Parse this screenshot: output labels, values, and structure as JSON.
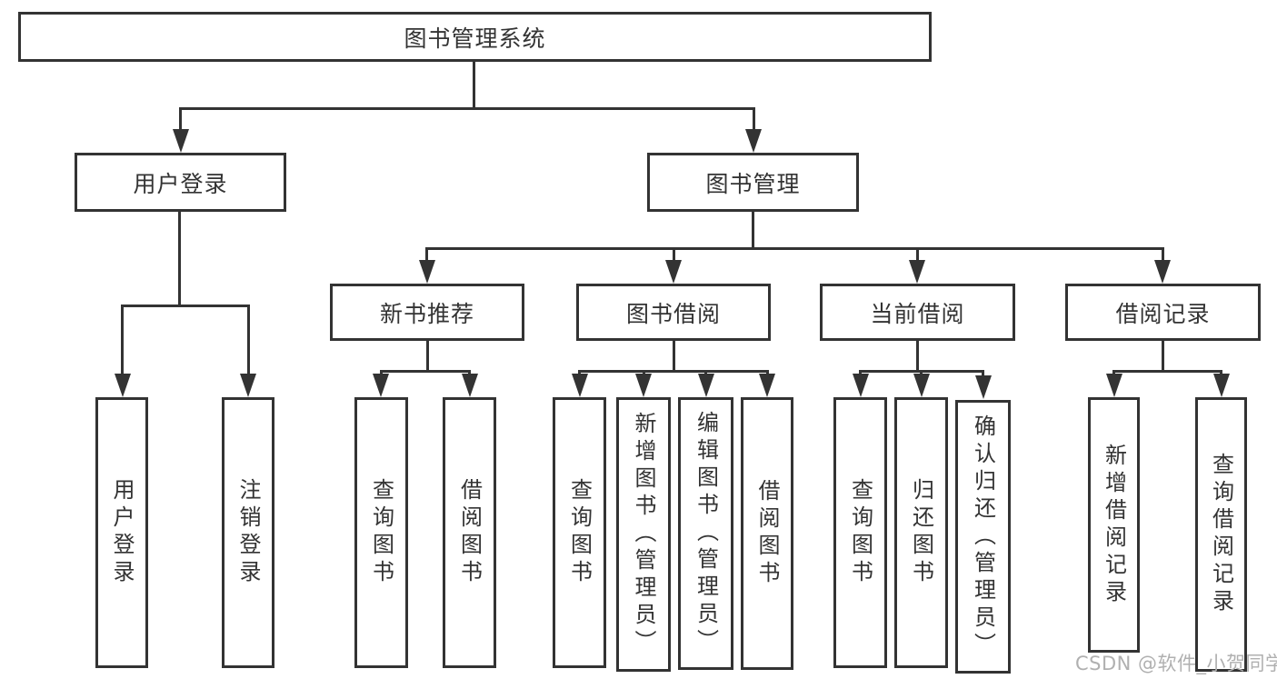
{
  "colors": {
    "line": "#333333",
    "text": "#333333",
    "watermark": "#b0b0b0",
    "background": "#ffffff"
  },
  "nodes": {
    "root": "图书管理系统",
    "userLogin": "用户登录",
    "bookManagement": "图书管理",
    "newBookRecommend": "新书推荐",
    "bookBorrow": "图书借阅",
    "currentBorrow": "当前借阅",
    "borrowRecord": "借阅记录",
    "leafUserLogin": "用户登录",
    "leafLogout": "注销登录",
    "recQueryBook": "查询图书",
    "recBorrowBook": "借阅图书",
    "bbQueryBook": "查询图书",
    "bbAddBook": "新增图书（管理员）",
    "bbEditBook": "编辑图书（管理员）",
    "bbBorrowBook": "借阅图书",
    "cbQueryBook": "查询图书",
    "cbReturnBook": "归还图书",
    "cbConfirmReturn": "确认归还（管理员）",
    "brAddRecord": "新增借阅记录",
    "brQueryRecord": "查询借阅记录"
  },
  "watermark": "CSDN @软件_小贺同学"
}
